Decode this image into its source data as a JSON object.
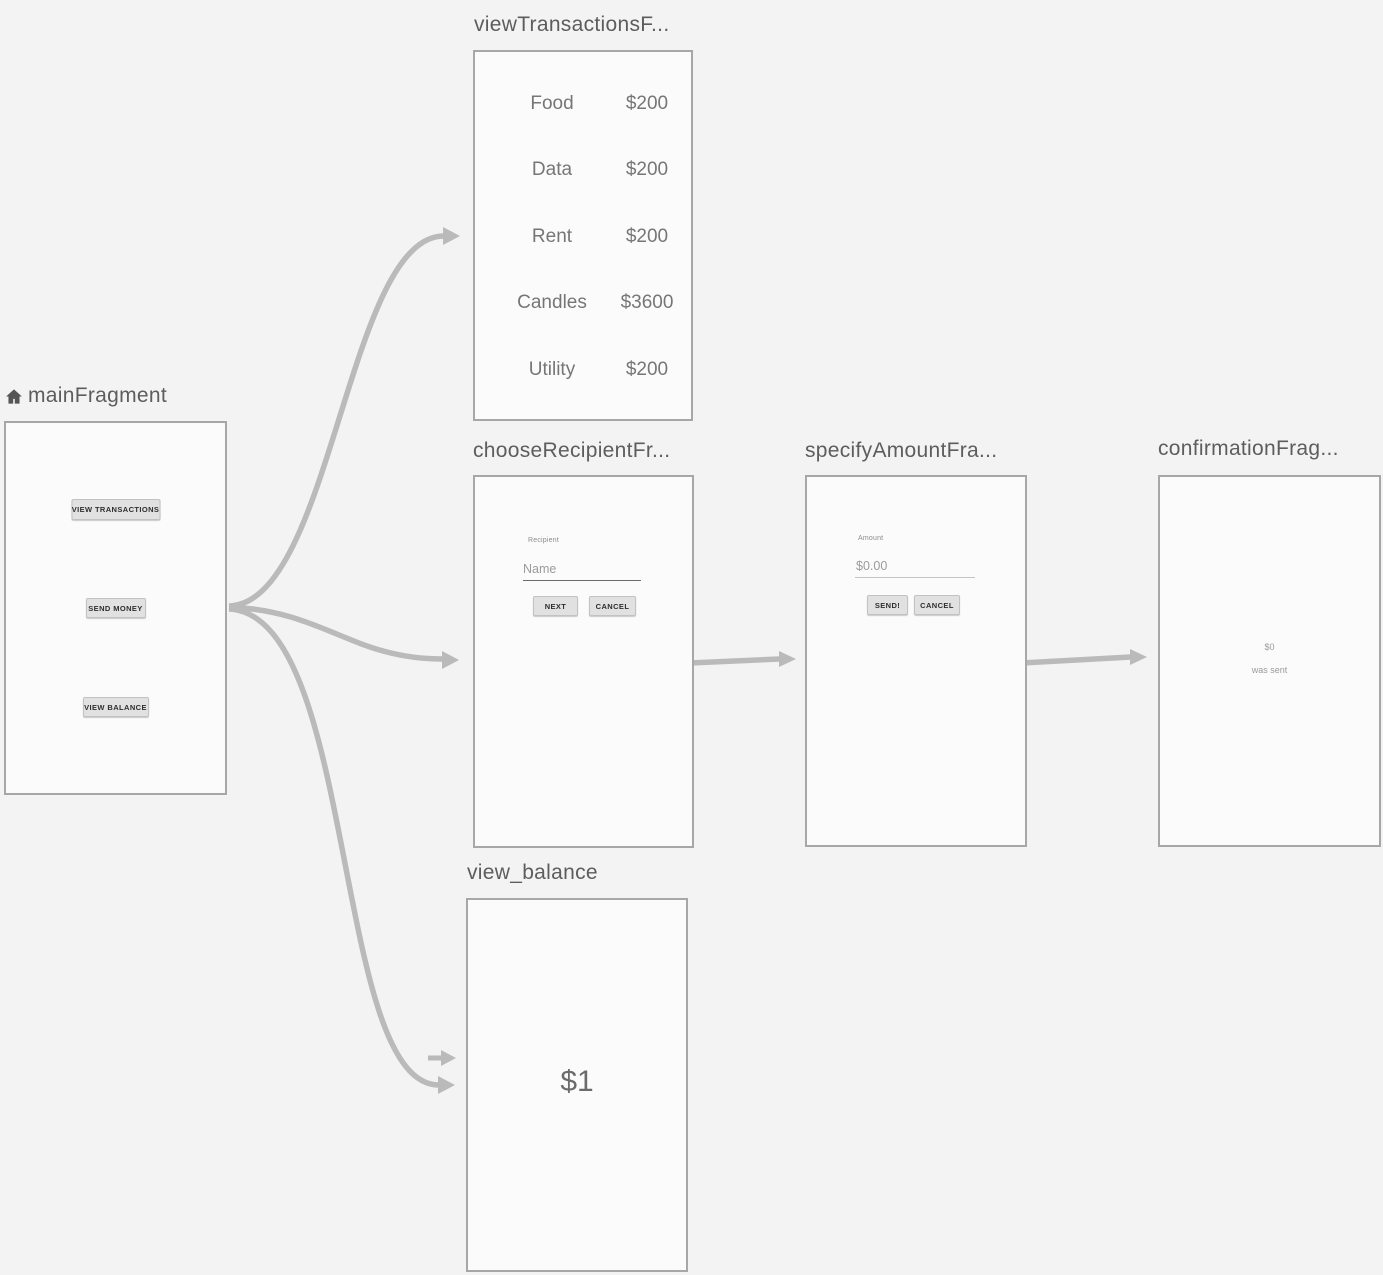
{
  "graph": {
    "main": {
      "title": "mainFragment",
      "buttons": {
        "view_transactions": "VIEW TRANSACTIONS",
        "send_money": "SEND MONEY",
        "view_balance": "VIEW BALANCE"
      }
    },
    "view_transactions": {
      "title": "viewTransactionsF...",
      "rows": [
        {
          "label": "Food",
          "amount": "$200"
        },
        {
          "label": "Data",
          "amount": "$200"
        },
        {
          "label": "Rent",
          "amount": "$200"
        },
        {
          "label": "Candles",
          "amount": "$3600"
        },
        {
          "label": "Utility",
          "amount": "$200"
        }
      ]
    },
    "choose_recipient": {
      "title": "chooseRecipientFr...",
      "field_label": "Recipient",
      "field_value": "Name",
      "next": "NEXT",
      "cancel": "CANCEL"
    },
    "specify_amount": {
      "title": "specifyAmountFra...",
      "field_label": "Amount",
      "field_value": "$0.00",
      "send": "SEND!",
      "cancel": "CANCEL"
    },
    "confirmation": {
      "title": "confirmationFrag...",
      "amount": "$0",
      "message": "was sent"
    },
    "view_balance": {
      "title": "view_balance",
      "balance": "$1"
    },
    "colors": {
      "background": "#f3f3f3",
      "panel_fill": "#fbfbfb",
      "panel_border": "#a7a7a7",
      "arrow": "#bababa",
      "title_text": "#5d5d5d"
    }
  }
}
